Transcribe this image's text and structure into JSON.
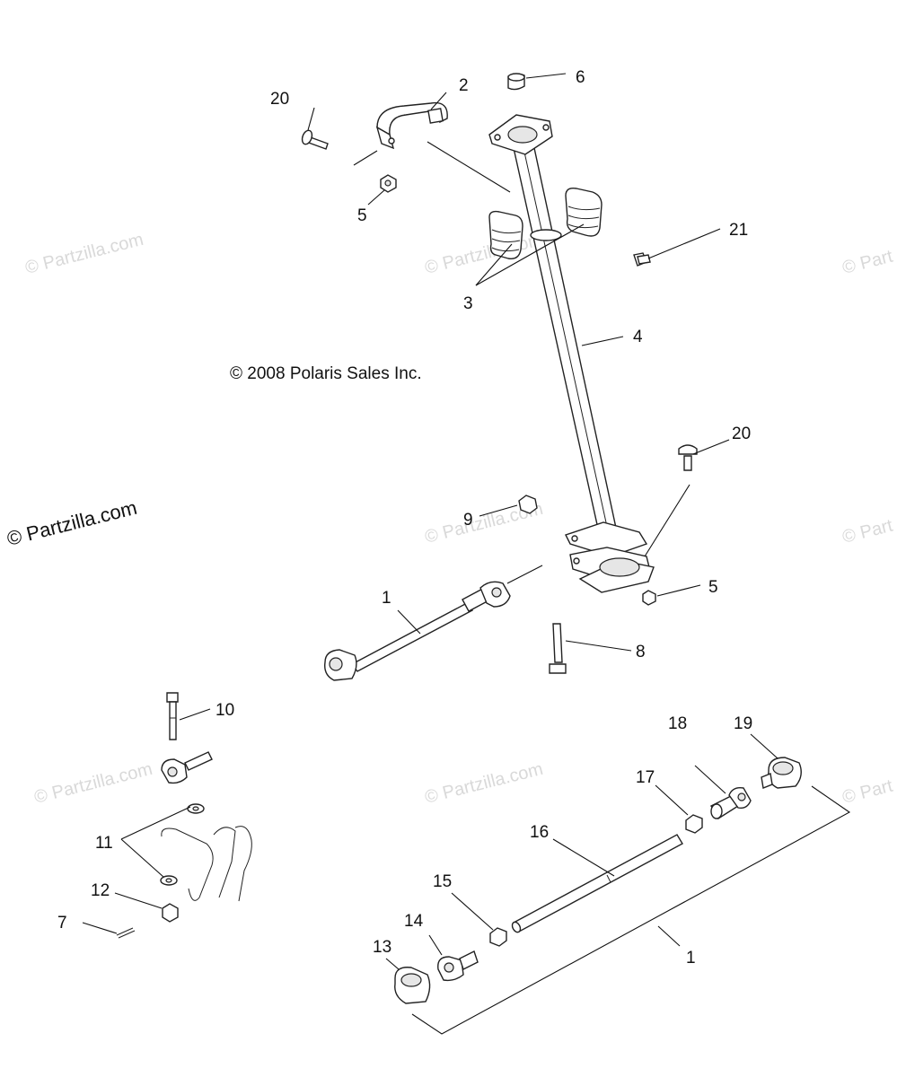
{
  "diagram": {
    "copyright": "© 2008 Polaris Sales Inc.",
    "watermark": "© Partzilla.com",
    "watermark_small": "© Partzilla.com",
    "watermark_edge": "© Part",
    "callouts": {
      "c1a": "1",
      "c1b": "1",
      "c2": "2",
      "c3": "3",
      "c4": "4",
      "c5a": "5",
      "c5b": "5",
      "c6": "6",
      "c7": "7",
      "c8": "8",
      "c9": "9",
      "c10": "10",
      "c11": "11",
      "c12": "12",
      "c13": "13",
      "c14": "14",
      "c15": "15",
      "c16": "16",
      "c17": "17",
      "c18": "18",
      "c19": "19",
      "c20a": "20",
      "c20b": "20",
      "c21": "21"
    }
  }
}
